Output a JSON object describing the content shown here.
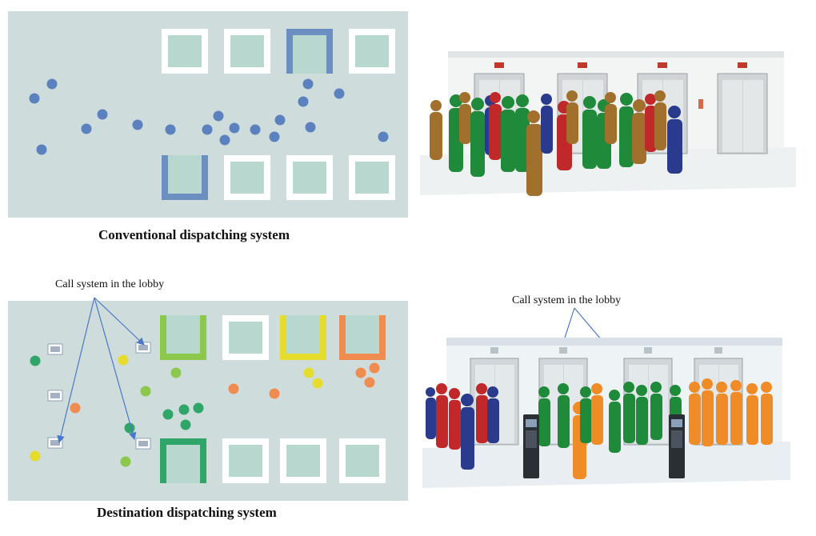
{
  "top": {
    "caption": "Conventional dispatching system",
    "colors": {
      "panel": "#cfdcdc",
      "elevator": "#b7d7cf",
      "frame": "#ffffff",
      "highlight": "#6a8fc0",
      "dot": "#5b82be"
    }
  },
  "bottom": {
    "caption": "Destination dispatching system",
    "callout_left": "Call system in the lobby",
    "callout_right": "Call system in the lobby",
    "colors": {
      "green": "#2fa56a",
      "yellow": "#e6dc2c",
      "orange": "#f08c50",
      "lightgreen": "#8cc84b",
      "arrow": "#4a78c8"
    }
  },
  "icons": [
    "call-panel-icon",
    "elevator-door-icon",
    "person-silhouette-icon",
    "keypad-terminal-icon"
  ]
}
